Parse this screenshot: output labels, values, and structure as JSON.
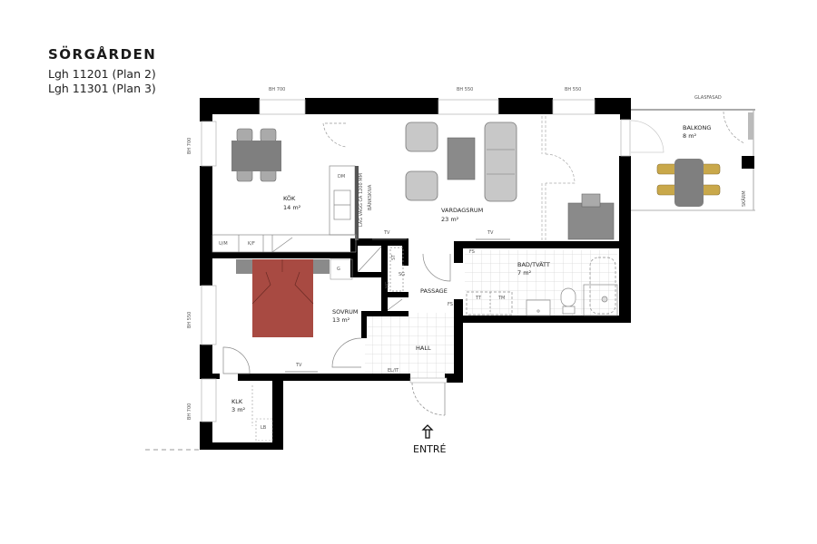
{
  "header": {
    "title": "SÖRGÅRDEN",
    "lines": [
      "Lgh 11201 (Plan 2)",
      "Lgh 11301 (Plan 3)"
    ]
  },
  "windows": {
    "top_left": "BH 700",
    "top_mid": "BH 550",
    "top_right": "BH 550",
    "left_upper": "BH 700",
    "left_mid": "BH 550",
    "left_lower": "BH 700"
  },
  "facade": "GLASFASAD",
  "screen": "SKÄRM",
  "rooms": {
    "kitchen": {
      "name": "KÖK",
      "area": "14 m²"
    },
    "living": {
      "name": "VARDAGSRUM",
      "area": "23 m²"
    },
    "balcony": {
      "name": "BALKONG",
      "area": "8 m²"
    },
    "bedroom": {
      "name": "SOVRUM",
      "area": "13 m²"
    },
    "bath": {
      "name": "BAD/TVÄTT",
      "area": "7 m²"
    },
    "closet": {
      "name": "KLK",
      "area": "3 m²"
    },
    "passage": {
      "name": "PASSAGE"
    },
    "hall": {
      "name": "HALL"
    }
  },
  "fixtures": {
    "dm": "DM",
    "um": "U/M",
    "kf": "K/F",
    "g": "G",
    "tt": "TT",
    "tm": "TM",
    "fs1": "FS",
    "fs2": "FS",
    "lb": "LB",
    "st": "ST",
    "sg": "SG",
    "hg": "HG",
    "elc": "EL/IT",
    "tv": "TV",
    "low_wall": "LÅG VÄGG CA 1200 MM",
    "bench": "BÄNKSKIVA"
  },
  "entrance": "ENTRÉ",
  "colors": {
    "wall": "#000000",
    "furniture": "#8a8a8a",
    "sofa": "#c8c8c8",
    "bed": "#a84a42",
    "chair": "#c9a84a",
    "tile_line": "#d8d8d8"
  }
}
